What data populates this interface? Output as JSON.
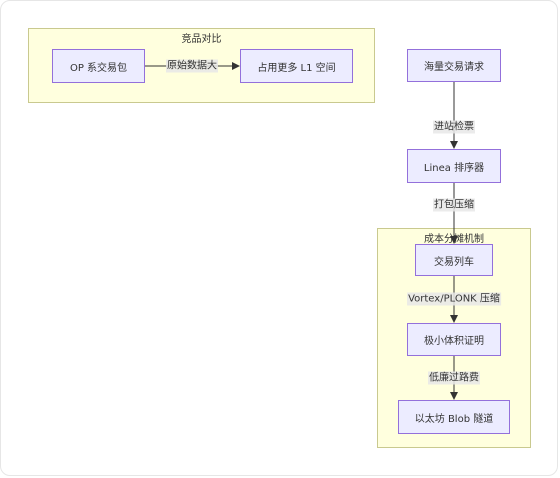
{
  "clusters": {
    "compare": {
      "title": "竞品对比"
    },
    "cost": {
      "title": "成本分摊机制"
    }
  },
  "nodes": {
    "op_tx": "OP 系交易包",
    "l1_space": "占用更多 L1 空间",
    "mass_tx": "海量交易请求",
    "sequencer": "Linea 排序器",
    "tx_train": "交易列车",
    "small_proof": "极小体积证明",
    "blob": "以太坊 Blob 隧道"
  },
  "edges": {
    "raw_data": "原始数据大",
    "inbound_check": "进站检票",
    "pack_compress": "打包压缩",
    "vortex": "Vortex/PLONK 压缩",
    "low_toll": "低廉过路费"
  },
  "colors": {
    "node_fill": "#ececff",
    "node_border": "#9370db",
    "cluster_fill": "#ffffde",
    "cluster_border": "#c9c98f",
    "edge": "#333333"
  }
}
